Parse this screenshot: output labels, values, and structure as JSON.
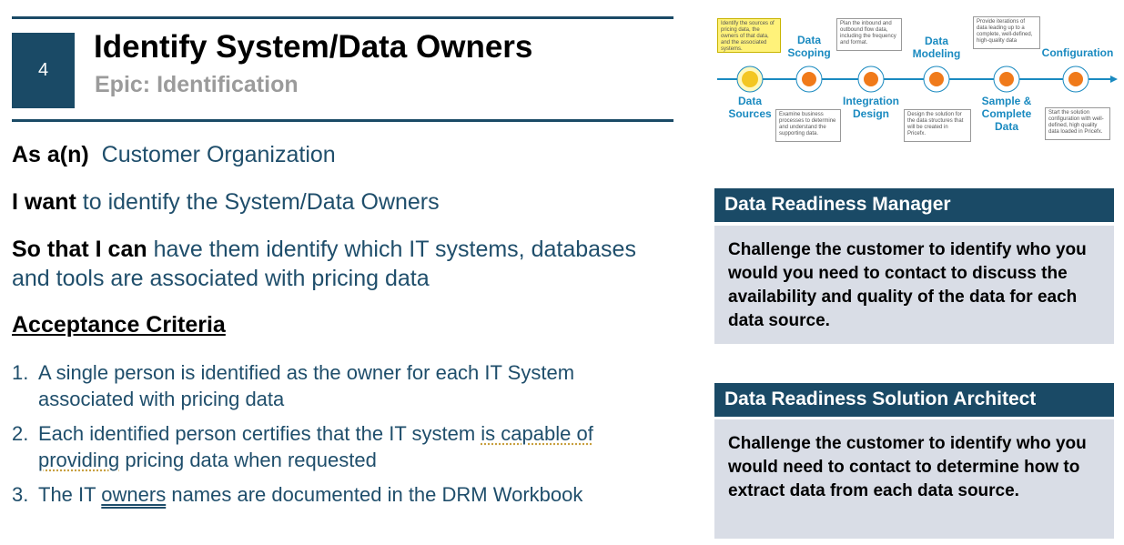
{
  "header": {
    "story_number": "4",
    "title": "Identify System/Data Owners",
    "epic": "Epic: Identification"
  },
  "story": {
    "as_label": "As a(n)",
    "as_value": "Customer Organization",
    "want_label": "I want",
    "want_value": "to identify the System/Data Owners",
    "so_label": "So that I can",
    "so_value": "have them identify which IT systems, databases and tools are associated with pricing data"
  },
  "acceptance": {
    "heading": "Acceptance Criteria",
    "items": [
      {
        "num": "1.",
        "text": "A single person is identified as the owner for each IT System associated with pricing data"
      },
      {
        "num": "2.",
        "pre": "Each identified person certifies that the IT system ",
        "dotted": "is capable of providing",
        "post": " pricing data when requested"
      },
      {
        "num": "3.",
        "pre": "The IT ",
        "dbl": "owners",
        "post": " names are documented in the DRM Workbook"
      }
    ]
  },
  "diagram": {
    "colors": {
      "line": "#1a8ac0",
      "node": "#f07a1a",
      "active_node": "#f3c623",
      "highlight_box": "#fff27a"
    },
    "stages": [
      {
        "label_1": "Data",
        "label_2": "Sources",
        "desc": "Examine business processes to determine and understand the supporting data."
      },
      {
        "label_1": "Data",
        "label_2": "Scoping",
        "desc": "Identify the sources of pricing data, the owners of that data, and the associated systems."
      },
      {
        "label_1": "Integration",
        "label_2": "Design",
        "desc": "Plan the inbound and outbound flow data, including the frequency and format."
      },
      {
        "label_1": "Data",
        "label_2": "Modeling",
        "desc": "Design the solution for the data structures that will be created in Pricefx."
      },
      {
        "label_1": "Sample &",
        "label_2": "Complete",
        "label_3": "Data",
        "desc": "Provide iterations of data leading up to a complete, well-defined, high-quality data"
      },
      {
        "label_1": "Configuration",
        "desc": "Start the solution configuration with well-defined, high quality data loaded in Pricefx."
      }
    ]
  },
  "roles": [
    {
      "title": "Data Readiness Manager",
      "body": "Challenge the customer to identify who you would you need to contact to discuss the availability and quality of the data for each data source."
    },
    {
      "title": "Data Readiness Solution Architect",
      "body": "Challenge the customer to identify who you would need to contact to determine how to extract data from each data source."
    }
  ]
}
